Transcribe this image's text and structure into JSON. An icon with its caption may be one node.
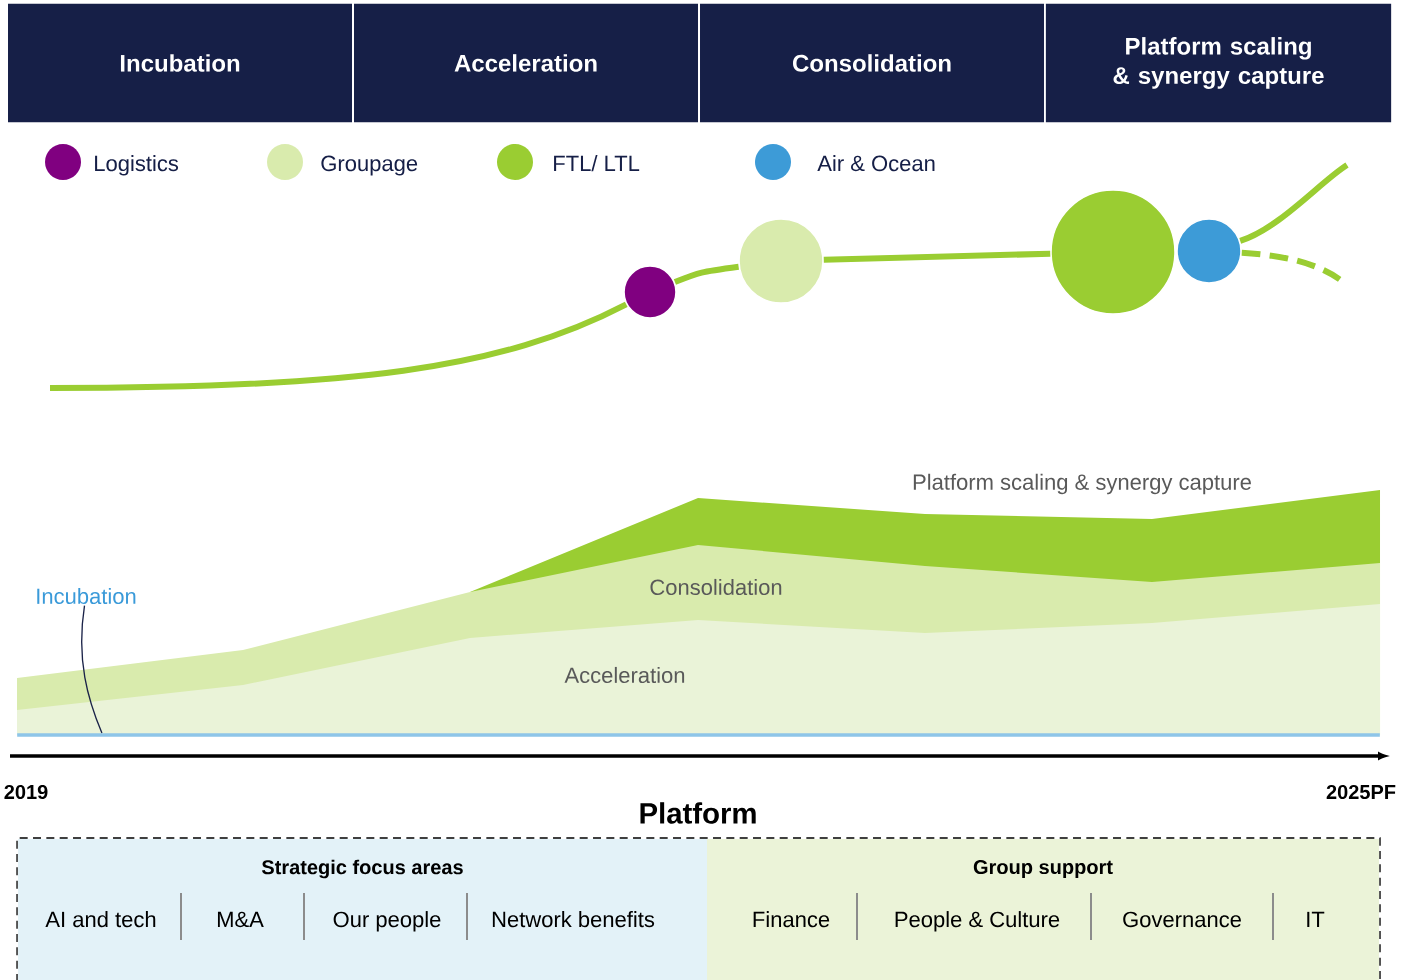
{
  "diagram": {
    "nodes": [
      {
        "text": [
          "Incubation"
        ]
      },
      {
        "text": [
          "Acceleration"
        ]
      },
      {
        "text": [
          "Consolidation"
        ]
      },
      {
        "text": [
          "Platform scaling & synergy capture"
        ]
      },
      {
        "text": [],
        "shape": "circle"
      },
      {
        "text": [],
        "shape": "circle"
      },
      {
        "text": [],
        "shape": "circle"
      },
      {
        "text": [],
        "shape": "circle"
      },
      {
        "text": [
          "Incubation"
        ]
      },
      {
        "text": [],
        "shape": "bar"
      },
      {
        "text": [
          "Platform"
        ]
      },
      {
        "text": [
          "Strategic focus areas",
          "AI and tech",
          "M&A",
          "Our people",
          "Network benefits"
        ],
        "in": 10
      },
      {
        "text": [
          "Group support",
          "Finance",
          "People & Culture",
          "Governance",
          "IT"
        ],
        "in": 10
      }
    ],
    "edges": [
      {
        "from": null,
        "to": 4,
        "arrow": "none"
      },
      {
        "from": 4,
        "to": 5,
        "arrow": "none"
      },
      {
        "from": 5,
        "to": 6,
        "arrow": "none"
      },
      {
        "from": 7,
        "to": null,
        "arrow": "none"
      },
      {
        "from": 7,
        "to": null,
        "arrow": "none",
        "style": "dashed"
      },
      {
        "from": 8,
        "to": 9,
        "arrow": "none",
        "color": "#1a2248"
      }
    ],
    "labels": [
      "Platform scaling & synergy capture",
      "Consolidation",
      "Acceleration",
      "2019",
      "2025PF"
    ],
    "legend": [
      {
        "text": "Logistics",
        "color": "#800080"
      },
      {
        "text": "Groupage",
        "color": "#d9ebad"
      },
      {
        "text": "FTL/ LTL",
        "color": "#9acd32"
      },
      {
        "text": "Air & Ocean",
        "color": "#3d9bd7"
      }
    ]
  }
}
